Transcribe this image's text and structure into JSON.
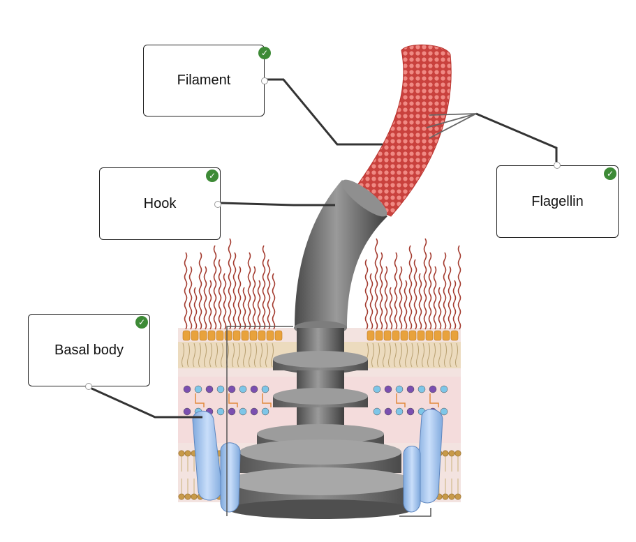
{
  "labels": {
    "filament": "Filament",
    "hook": "Hook",
    "basal_body": "Basal body",
    "flagellin": "Flagellin"
  },
  "status": {
    "check_icon": "check-circle-icon",
    "check_color": "#3d8a36"
  },
  "colors": {
    "filament": "#d9534f",
    "hook": "#6b6b6b",
    "membrane_head": "#e8a23c",
    "protein": "#9ec4ee",
    "lipid_tail": "#a33a2e"
  }
}
